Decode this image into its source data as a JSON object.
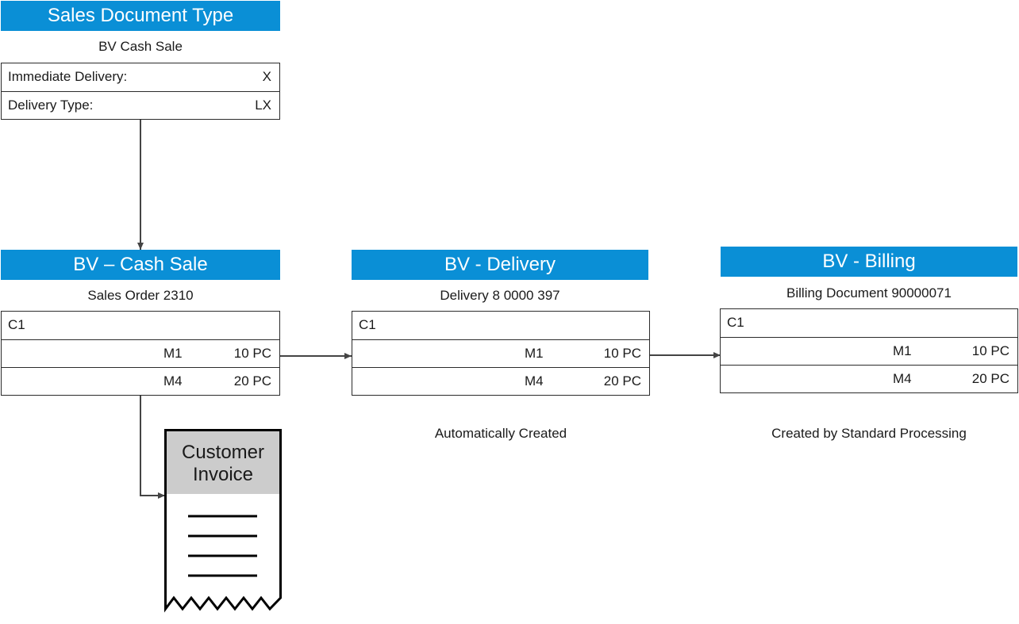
{
  "doc_type": {
    "header": "Sales Document Type",
    "subtitle": "BV Cash Sale",
    "rows": [
      {
        "label": "Immediate Delivery:",
        "value": "X"
      },
      {
        "label": "Delivery Type:",
        "value": "LX"
      }
    ]
  },
  "cash_sale": {
    "header": "BV – Cash Sale",
    "subtitle": "Sales Order 2310",
    "customer": "C1",
    "items": [
      {
        "material": "M1",
        "qty": "10 PC"
      },
      {
        "material": "M4",
        "qty": "20 PC"
      }
    ]
  },
  "delivery": {
    "header": "BV - Delivery",
    "subtitle": "Delivery 8 0000 397",
    "customer": "C1",
    "items": [
      {
        "material": "M1",
        "qty": "10 PC"
      },
      {
        "material": "M4",
        "qty": "20 PC"
      }
    ],
    "note": "Automatically Created"
  },
  "billing": {
    "header": "BV - Billing",
    "subtitle": "Billing Document 90000071",
    "customer": "C1",
    "items": [
      {
        "material": "M1",
        "qty": "10 PC"
      },
      {
        "material": "M4",
        "qty": "20 PC"
      }
    ],
    "note": "Created by Standard Processing"
  },
  "invoice": {
    "label": "Customer Invoice",
    "icon": "receipt-icon"
  },
  "colors": {
    "header_bg": "#0a8fd6",
    "invoice_head_bg": "#cccccc"
  }
}
